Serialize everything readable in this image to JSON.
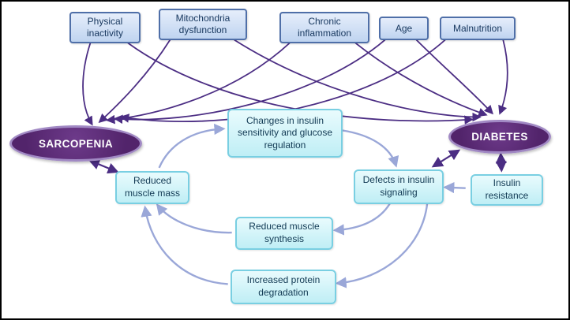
{
  "factors": [
    {
      "label": "Physical inactivity"
    },
    {
      "label": "Mitochondria dysfunction"
    },
    {
      "label": "Chronic inflammation"
    },
    {
      "label": "Age"
    },
    {
      "label": "Malnutrition"
    }
  ],
  "nodes": {
    "sarcopenia": "SARCOPENIA",
    "diabetes": "DIABETES"
  },
  "boxes": {
    "insulin_changes": "Changes in insulin sensitivity and glucose regulation",
    "reduced_muscle_mass": "Reduced muscle mass",
    "insulin_signaling_defects": "Defects in insulin signaling",
    "insulin_resistance": "Insulin resistance",
    "reduced_muscle_synthesis": "Reduced muscle synthesis",
    "increased_protein_degradation": "Increased protein degradation"
  },
  "colors": {
    "factor_box_bg": "#cfe0f5",
    "factor_box_border": "#4f6fa8",
    "process_box_bg": "#c9f1f6",
    "process_box_border": "#79cfe2",
    "node_fill": "#5b2a78",
    "node_border": "#a189c4",
    "node_text": "#ffffff",
    "dark_arrow": "#4b2d83",
    "light_arrow": "#9aa7d8"
  }
}
